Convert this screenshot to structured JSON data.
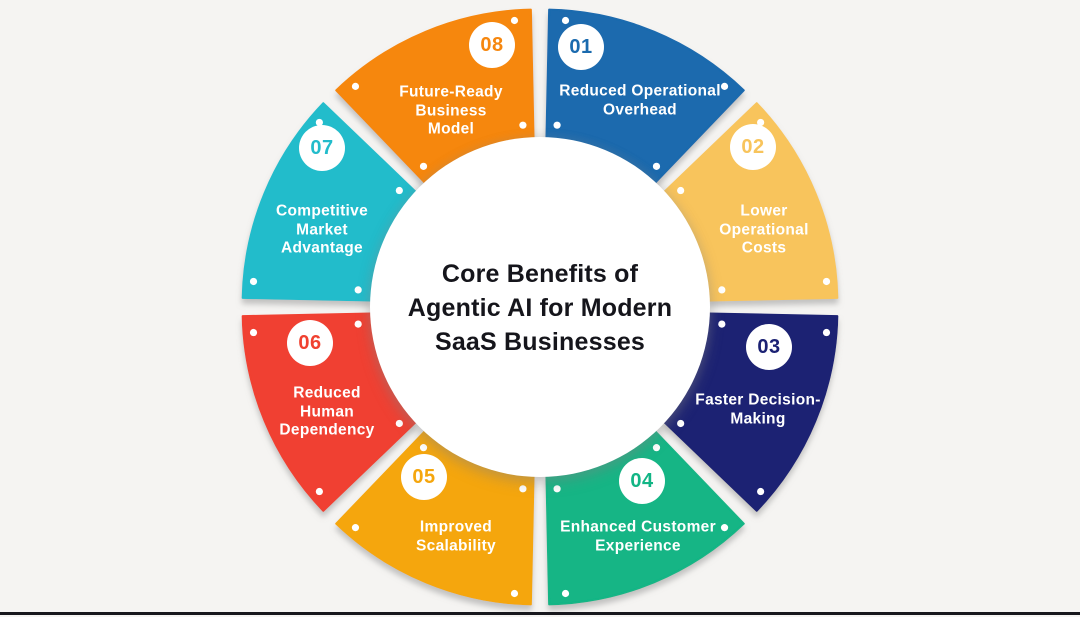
{
  "infographic": {
    "title_lines": [
      "Core Benefits of",
      "Agentic AI for Modern",
      "SaaS Businesses"
    ],
    "title_color": "#15151B",
    "background_color": "#F5F4F2",
    "center_circle_color": "#FFFFFF",
    "label_color": "#FFFFFF",
    "bottom_line_color": "#17171C",
    "segments": [
      {
        "number": "01",
        "label_lines": [
          "Reduced Operational",
          "Overhead"
        ],
        "color": "#1A6AAE"
      },
      {
        "number": "02",
        "label_lines": [
          "Lower",
          "Operational",
          "Costs"
        ],
        "color": "#F8C45C"
      },
      {
        "number": "03",
        "label_lines": [
          "Faster Decision-",
          "Making"
        ],
        "color": "#1B2173"
      },
      {
        "number": "04",
        "label_lines": [
          "Enhanced Customer",
          "Experience"
        ],
        "color": "#12B585"
      },
      {
        "number": "05",
        "label_lines": [
          "Improved",
          "Scalability"
        ],
        "color": "#F5A60D"
      },
      {
        "number": "06",
        "label_lines": [
          "Reduced",
          "Human",
          "Dependency"
        ],
        "color": "#F04130"
      },
      {
        "number": "07",
        "label_lines": [
          "Competitive",
          "Market",
          "Advantage"
        ],
        "color": "#22BCCB"
      },
      {
        "number": "08",
        "label_lines": [
          "Future-Ready",
          "Business",
          "Model"
        ],
        "color": "#F6870F"
      }
    ]
  }
}
